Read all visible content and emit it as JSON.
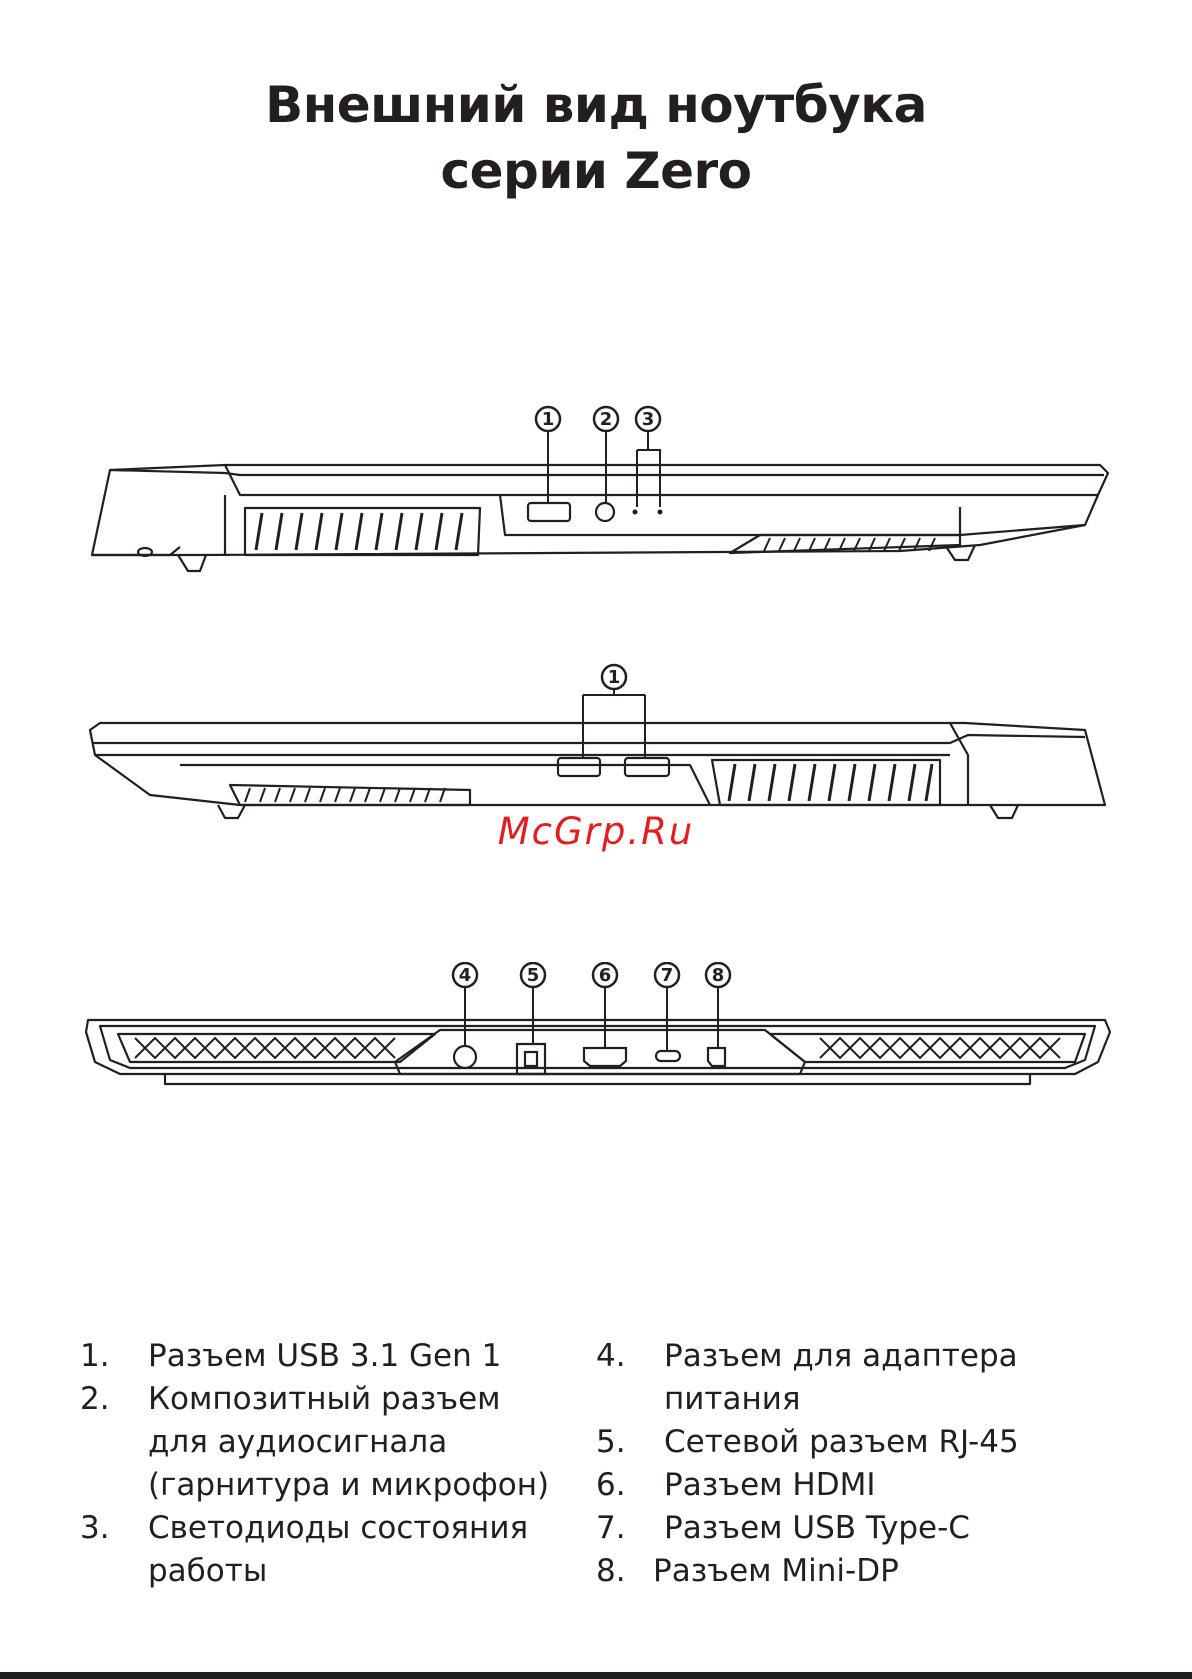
{
  "title": {
    "line1": "Внешний вид ноутбука",
    "line2": "серии Zero"
  },
  "watermark": "McGrp.Ru",
  "callouts": {
    "view_left": [
      "1",
      "2",
      "3"
    ],
    "view_right": [
      "1"
    ],
    "view_back": [
      "4",
      "5",
      "6",
      "7",
      "8"
    ]
  },
  "legend": {
    "left": [
      {
        "num": "1.",
        "text": "Разъем USB 3.1 Gen 1"
      },
      {
        "num": "2.",
        "text": "Композитный разъем для аудиосигнала (гарнитура и микрофон)"
      },
      {
        "num": "3.",
        "text": "Светодиоды состояния работы"
      }
    ],
    "right": [
      {
        "num": "4.",
        "text": "Разъем для адаптера питания"
      },
      {
        "num": "5.",
        "text": "Сетевой разъем RJ-45"
      },
      {
        "num": "6.",
        "text": "Разъем HDMI"
      },
      {
        "num": "7.",
        "text": "Разъем USB Type-C"
      },
      {
        "num": "8.",
        "text": "Разъем Mini-DP"
      }
    ]
  }
}
